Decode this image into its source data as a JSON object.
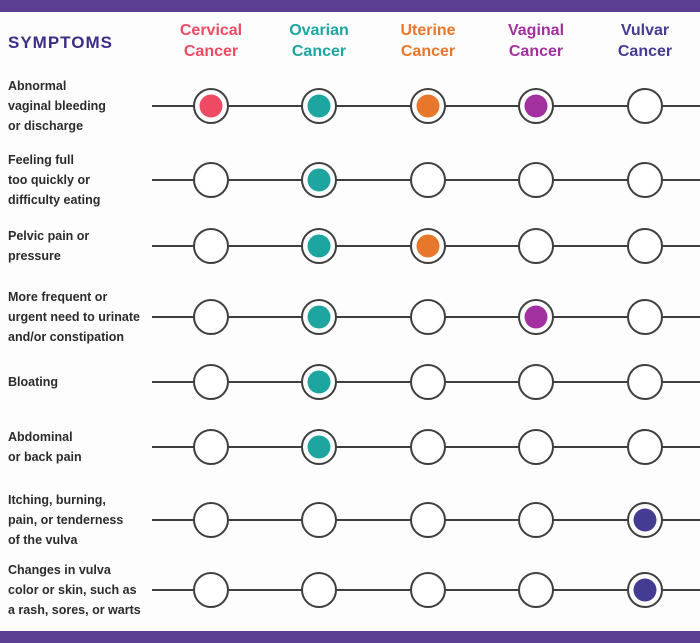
{
  "header": {
    "symptoms_label": "SYMPTOMS",
    "columns": [
      {
        "id": "cervical",
        "label_line1": "Cervical",
        "label_line2": "Cancer",
        "color": "#ee4a63"
      },
      {
        "id": "ovarian",
        "label_line1": "Ovarian",
        "label_line2": "Cancer",
        "color": "#1ca69f"
      },
      {
        "id": "uterine",
        "label_line1": "Uterine",
        "label_line2": "Cancer",
        "color": "#e9772b"
      },
      {
        "id": "vaginal",
        "label_line1": "Vaginal",
        "label_line2": "Cancer",
        "color": "#a2309e"
      },
      {
        "id": "vulvar",
        "label_line1": "Vulvar",
        "label_line2": "Cancer",
        "color": "#443b93"
      }
    ]
  },
  "rows": [
    {
      "label_lines": [
        "Abnormal",
        "vaginal bleeding",
        "or discharge"
      ],
      "filled": [
        "cervical",
        "ovarian",
        "uterine",
        "vaginal"
      ]
    },
    {
      "label_lines": [
        "Feeling full",
        "too quickly or",
        "difficulty eating"
      ],
      "filled": [
        "ovarian"
      ]
    },
    {
      "label_lines": [
        "Pelvic pain or",
        "pressure"
      ],
      "filled": [
        "ovarian",
        "uterine"
      ]
    },
    {
      "label_lines": [
        "More frequent or",
        "urgent need to urinate",
        "and/or constipation"
      ],
      "filled": [
        "ovarian",
        "vaginal"
      ]
    },
    {
      "label_lines": [
        "Bloating"
      ],
      "filled": [
        "ovarian"
      ]
    },
    {
      "label_lines": [
        "Abdominal",
        "or back pain"
      ],
      "filled": [
        "ovarian"
      ]
    },
    {
      "label_lines": [
        "Itching, burning,",
        "pain, or tenderness",
        "of the vulva"
      ],
      "filled": [
        "vulvar"
      ]
    },
    {
      "label_lines": [
        "Changes in vulva",
        "color or skin, such as",
        "a rash, sores, or warts"
      ],
      "filled": [
        "vulvar"
      ]
    }
  ],
  "colors": {
    "bar_purple": "#5b3e92",
    "title_purple": "#3e2d84",
    "line_gray": "#3e3e3e",
    "label_text": "#2b2b2b",
    "background": "#fdfdfd"
  },
  "chart_data": {
    "type": "table",
    "title": "SYMPTOMS",
    "columns": [
      "Cervical Cancer",
      "Ovarian Cancer",
      "Uterine Cancer",
      "Vaginal Cancer",
      "Vulvar Cancer"
    ],
    "rows": [
      "Abnormal vaginal bleeding or discharge",
      "Feeling full too quickly or difficulty eating",
      "Pelvic pain or pressure",
      "More frequent or urgent need to urinate and/or constipation",
      "Bloating",
      "Abdominal or back pain",
      "Itching, burning, pain, or tenderness of the vulva",
      "Changes in vulva color or skin, such as a rash, sores, or warts"
    ],
    "matrix": [
      [
        1,
        1,
        1,
        1,
        0
      ],
      [
        0,
        1,
        0,
        0,
        0
      ],
      [
        0,
        1,
        1,
        0,
        0
      ],
      [
        0,
        1,
        0,
        1,
        0
      ],
      [
        0,
        1,
        0,
        0,
        0
      ],
      [
        0,
        1,
        0,
        0,
        0
      ],
      [
        0,
        0,
        0,
        0,
        1
      ],
      [
        0,
        0,
        0,
        0,
        1
      ]
    ],
    "cell_colors": [
      "#ee4a63",
      "#1ca69f",
      "#e9772b",
      "#a2309e",
      "#443b93"
    ],
    "legend_position": "none"
  }
}
